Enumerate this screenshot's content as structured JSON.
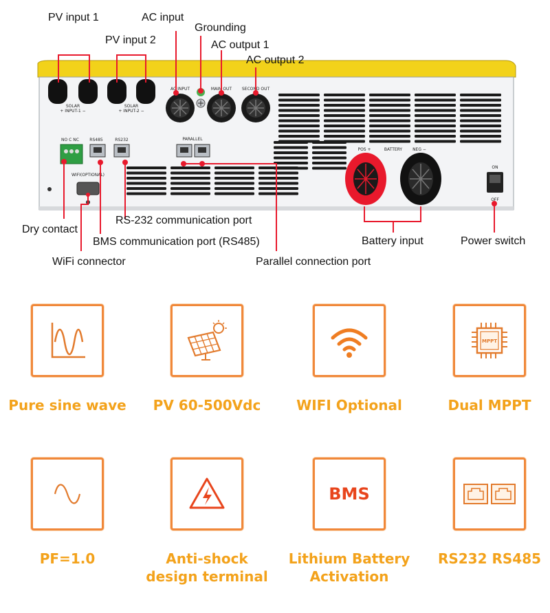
{
  "callouts": {
    "pv_input_1": "PV input 1",
    "ac_input": "AC input",
    "grounding": "Grounding",
    "pv_input_2": "PV input 2",
    "ac_output_1": "AC output 1",
    "ac_output_2": "AC output 2",
    "dry_contact": "Dry contact",
    "rs232_port": "RS-232 communication port",
    "bms_port": "BMS communication port (RS485)",
    "wifi_connector": "WiFi connector",
    "parallel_port": "Parallel connection port",
    "battery_input": "Battery input",
    "power_switch": "Power switch"
  },
  "panel_labels": {
    "solar_1": "SOLAR",
    "input_1": "+  INPUT-1  −",
    "solar_2": "SOLAR",
    "input_2": "+  INPUT-2  −",
    "ac_input": "AC INPUT",
    "main_out": "MAIN OUT",
    "second_out": "SECOND OUT",
    "nocnc": "NO C NC",
    "rs485": "RS485",
    "rs232": "RS232",
    "parallel": "PARALLEL",
    "wifi": "WIFI(OPTIONAL)",
    "pos": "POS +",
    "battery": "BATTERY",
    "neg": "NEG −",
    "on": "ON",
    "off": "OFF"
  },
  "features": [
    {
      "caption": [
        "Pure sine wave"
      ],
      "icon": "sine-wave-chart-icon"
    },
    {
      "caption": [
        "PV 60-500Vdc"
      ],
      "icon": "solar-panel-icon"
    },
    {
      "caption": [
        "WIFI  Optional"
      ],
      "icon": "wifi-icon"
    },
    {
      "caption": [
        "Dual MPPT"
      ],
      "icon": "chip-icon",
      "icon_text": "MPPT"
    },
    {
      "caption": [
        "PF=1.0"
      ],
      "icon": "sine-wave-icon"
    },
    {
      "caption": [
        "Anti-shock",
        "design terminal"
      ],
      "icon": "high-voltage-icon"
    },
    {
      "caption": [
        "Lithium Battery",
        "Activation"
      ],
      "icon": "bms-icon",
      "icon_text": "BMS"
    },
    {
      "caption": [
        "RS232   RS485"
      ],
      "icon": "dual-port-icon"
    }
  ],
  "colors": {
    "accent": "#e8192c",
    "feature_border": "#f0883a",
    "feature_text": "#f3a21b",
    "lid": "#f2d21a"
  }
}
